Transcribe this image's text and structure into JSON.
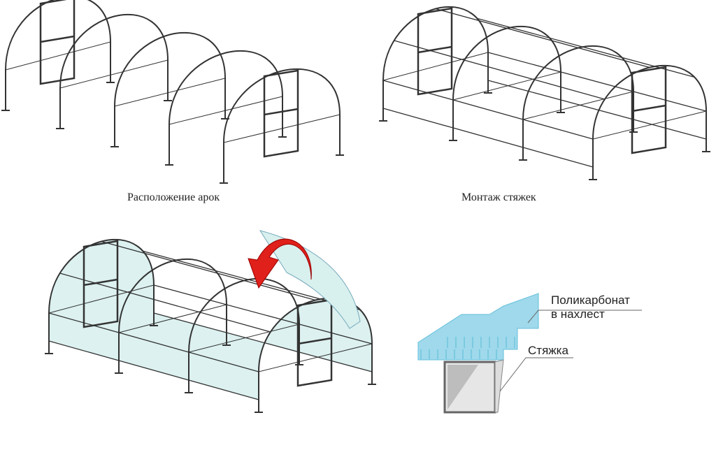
{
  "captions": {
    "arch_layout": "Расположение арок",
    "ties_mounting": "Монтаж стяжек"
  },
  "detail": {
    "polycarbonate_line1": "Поликарбонат",
    "polycarbonate_line2": "в нахлест",
    "tie": "Стяжка"
  },
  "colors": {
    "frame": "#333333",
    "polycarbonate": "#8fd3e8",
    "covering": "#d8f0ee",
    "arrow": "#e0201a"
  }
}
